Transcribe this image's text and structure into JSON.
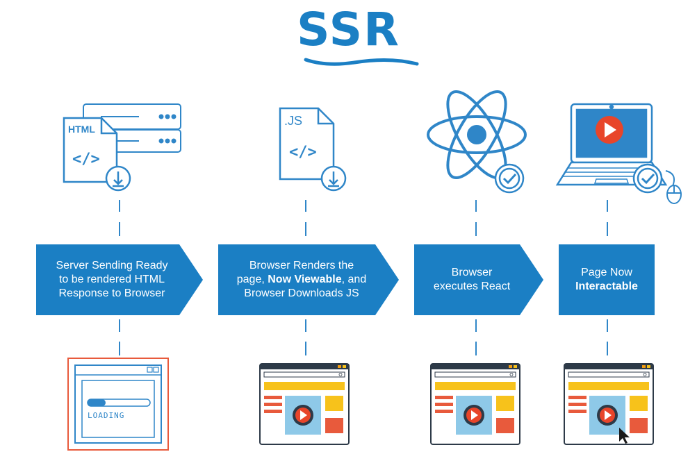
{
  "title": "SSR",
  "steps": [
    {
      "text": [
        "Server Sending Ready",
        "to be rendered HTML",
        "Response to Browser"
      ]
    },
    {
      "text": [
        "Browser Renders the",
        "page, ",
        "Now Viewable",
        ", and",
        "Browser Downloads JS"
      ]
    },
    {
      "text": [
        "Browser",
        "executes React"
      ]
    },
    {
      "text": [
        "Page Now",
        "Interactable"
      ]
    }
  ],
  "icons": {
    "html_file_label": "HTML",
    "html_file_code": "</>",
    "js_file_label": ".JS",
    "js_file_code": "</>"
  },
  "loading_label": "LOADING",
  "colors": {
    "blue": "#1b7fc4",
    "light_blue": "#3b9ad9",
    "outline_blue": "#2f86c8",
    "red": "#e85a3c",
    "orange": "#f39c12",
    "yellow": "#f7c21b",
    "play_red": "#e8452a",
    "video_bg": "#8ec9e8",
    "dark": "#2d3a48"
  }
}
